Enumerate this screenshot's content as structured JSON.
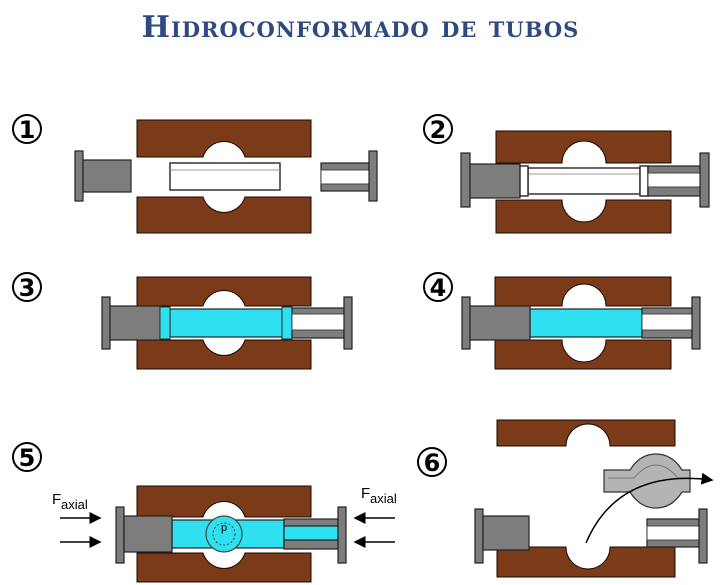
{
  "title": "Hidroconformado de tubos",
  "steps": [
    "1",
    "2",
    "3",
    "4",
    "5",
    "6"
  ],
  "force_label": "F",
  "force_sub": "axial",
  "pressure_label": "p",
  "colors": {
    "die": "#7b3a18",
    "punch": "#7d7d7d",
    "tube": "#ffffff",
    "fluid": "#2ee0f0",
    "title": "#2f4a82"
  }
}
